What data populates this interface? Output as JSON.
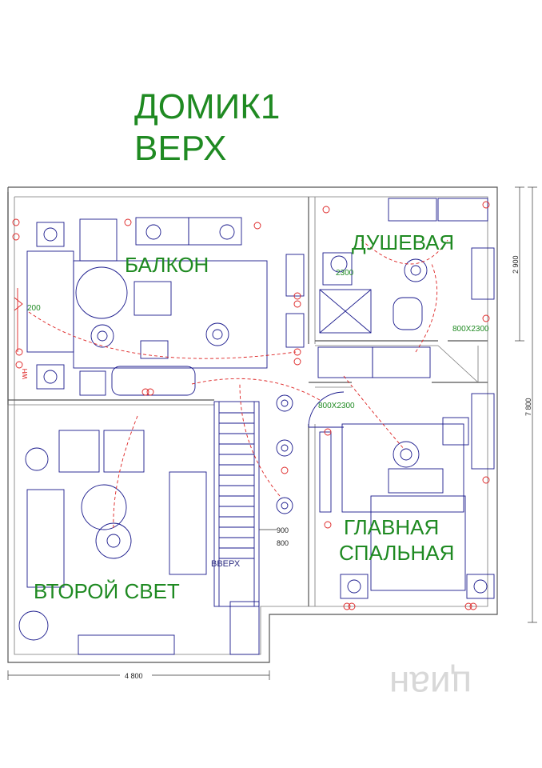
{
  "title": {
    "line1": "ДОМИК1",
    "line2": "ВЕРХ"
  },
  "rooms": {
    "balcony": "БАЛКОН",
    "shower": "ДУШЕВАЯ",
    "bedroom_line1": "ГЛАВНАЯ",
    "bedroom_line2": "СПАЛЬНАЯ",
    "second_light": "ВТОРОЙ СВЕТ"
  },
  "stairs_label": "ВВЕРХ",
  "labels": {
    "wall_200": "200",
    "sink_2300": "2300",
    "door_shower": "800X2300",
    "door_bedroom": "800X2300",
    "dim_900": "900",
    "dim_800": "800",
    "wh": "WH"
  },
  "dimensions": {
    "width": "4 800",
    "right_top": "2 900",
    "right_total": "7 800"
  },
  "watermark": "циан",
  "colors": {
    "room_labels": "#1f8a22",
    "furniture": "#1a1a8c",
    "electrical": "#d22222",
    "walls": "#555555"
  }
}
